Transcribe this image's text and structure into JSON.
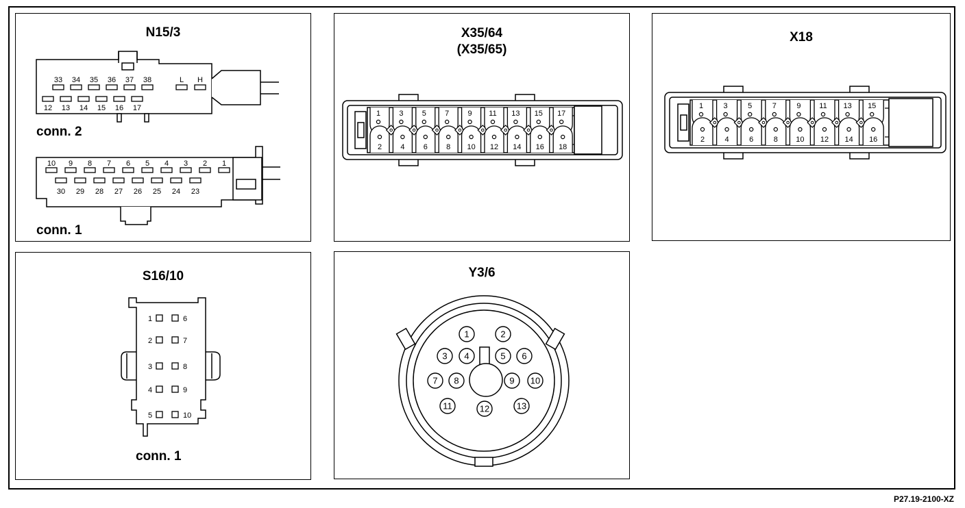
{
  "reference": "P27.19-2100-XZ",
  "n15_3": {
    "title": "N15/3",
    "conn2_label": "conn. 2",
    "conn1_label": "conn. 1",
    "conn2_top_pins": [
      "33",
      "34",
      "35",
      "36",
      "37",
      "38"
    ],
    "conn2_top_extra": [
      "L",
      "H"
    ],
    "conn2_bottom_pins": [
      "12",
      "13",
      "14",
      "15",
      "16",
      "17"
    ],
    "conn1_top_pins": [
      "10",
      "9",
      "8",
      "7",
      "6",
      "5",
      "4",
      "3",
      "2",
      "1"
    ],
    "conn1_bottom_pins": [
      "30",
      "29",
      "28",
      "27",
      "26",
      "25",
      "24",
      "23"
    ]
  },
  "x35_64": {
    "title": "X35/64",
    "subtitle": "(X35/65)",
    "top_pins": [
      "1",
      "3",
      "5",
      "7",
      "9",
      "11",
      "13",
      "15",
      "17"
    ],
    "bottom_pins": [
      "2",
      "4",
      "6",
      "8",
      "10",
      "12",
      "14",
      "16",
      "18"
    ]
  },
  "x18": {
    "title": "X18",
    "top_pins": [
      "1",
      "3",
      "5",
      "7",
      "9",
      "11",
      "13",
      "15"
    ],
    "bottom_pins": [
      "2",
      "4",
      "6",
      "8",
      "10",
      "12",
      "14",
      "16"
    ]
  },
  "s16_10": {
    "title": "S16/10",
    "label": "conn. 1",
    "left_pins": [
      "1",
      "2",
      "3",
      "4",
      "5"
    ],
    "right_pins": [
      "6",
      "7",
      "8",
      "9",
      "10"
    ]
  },
  "y3_6": {
    "title": "Y3/6",
    "pins": [
      "1",
      "2",
      "3",
      "4",
      "5",
      "6",
      "7",
      "8",
      "9",
      "10",
      "11",
      "12",
      "13"
    ]
  }
}
